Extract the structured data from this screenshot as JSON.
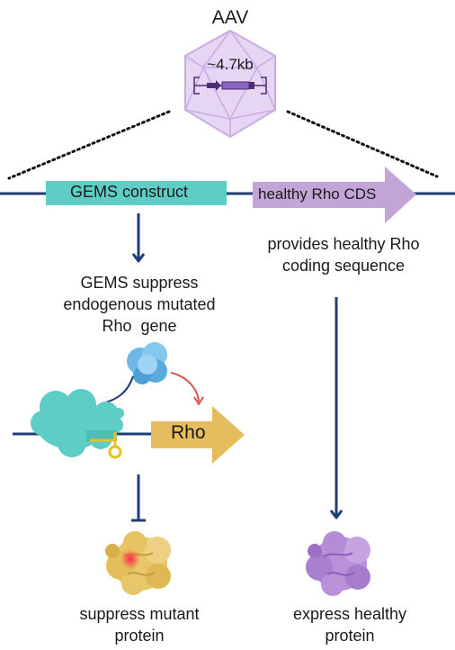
{
  "aav": {
    "title": "AAV",
    "payload_size": "~4.7kb"
  },
  "construct": {
    "gems_label": "GEMS construct",
    "cds_label": "healthy Rho CDS"
  },
  "left_branch": {
    "description_line1": "GEMS suppress",
    "description_line2": "endogenous mutated",
    "description_line3": "Rho  gene",
    "gene_label": "Rho",
    "outcome_line1": "suppress mutant",
    "outcome_line2": "protein"
  },
  "right_branch": {
    "description_line1": "provides healthy Rho",
    "description_line2": "coding sequence",
    "outcome_line1": "express healthy",
    "outcome_line2": "protein"
  },
  "colors": {
    "line_navy": "#1f3d73",
    "gems_teal": "#5ecdc6",
    "cds_purple": "#c2a5d6",
    "capsid_purple": "#cdb3e6",
    "rho_gold": "#e5bd5f",
    "protein_yellow": "#e8c66a",
    "protein_purple": "#b891d8",
    "inhibit_arrow_red": "#d5534f",
    "key_yellow": "#e7c21d",
    "mutation_red": "#ff3c4f"
  }
}
